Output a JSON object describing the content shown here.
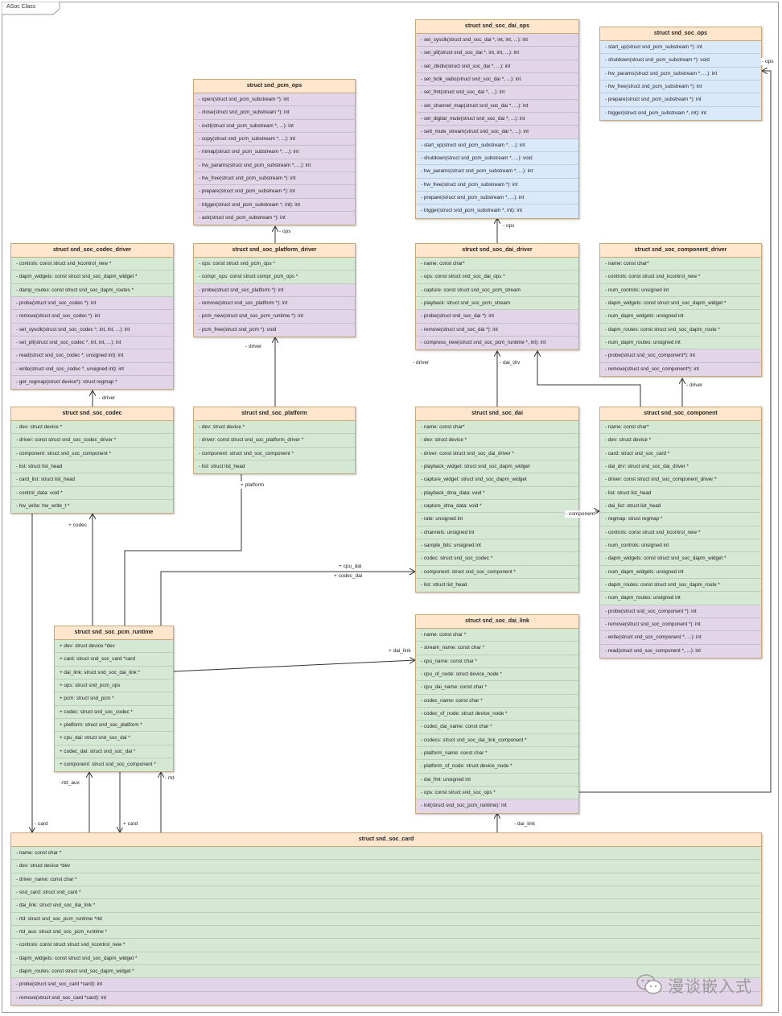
{
  "frame": {
    "title": "ASoc Class"
  },
  "watermark": {
    "text": "漫谈嵌入式",
    "icon": "wechat-icon"
  },
  "colors": {
    "title": "#ffe6cc",
    "attribute": "#d5e8d4",
    "operation": "#e1d5e7",
    "interface": "#dae8fc",
    "border": "#c9a97a"
  },
  "classes": [
    {
      "id": "snd_pcm_ops",
      "title": "struct snd_pcm_ops",
      "rows": [
        {
          "t": "- open(struct snd_pcm_substream *): int",
          "c": "p"
        },
        {
          "t": "- close(struct snd_pcm_substream *): int",
          "c": "p"
        },
        {
          "t": "- ioctl(struct snd_pcm_substream *, ...): int",
          "c": "p"
        },
        {
          "t": "- copy(struct snd_pcm_substream *, ...): int",
          "c": "p"
        },
        {
          "t": "- mmap(struct snd_pcm_substream *, ...): int",
          "c": "p"
        },
        {
          "t": "- hw_params(struct snd_pcm_substream *, ...): int",
          "c": "p"
        },
        {
          "t": "- hw_free(struct snd_pcm_substream *): int",
          "c": "p"
        },
        {
          "t": "- prepare(struct snd_pcm_substream *): int",
          "c": "p"
        },
        {
          "t": "- trigger(struct snd_pcm_substream *, int): int",
          "c": "p"
        },
        {
          "t": "- ack(struct snd_pcm_substream *): int",
          "c": "p"
        }
      ]
    },
    {
      "id": "snd_soc_dai_ops",
      "title": "struct snd_soc_dai_ops",
      "rows": [
        {
          "t": "- set_sysclk(struct snd_soc_dai *, int, int, ...): int",
          "c": "p"
        },
        {
          "t": "- set_pll(struct snd_soc_dai *, int, int, ...): int",
          "c": "p"
        },
        {
          "t": "- set_clkdiv(struct snd_soc_dai *, ...): int",
          "c": "p"
        },
        {
          "t": "- set_bclk_radio(struct snd_soc_dai *, ...): int",
          "c": "p"
        },
        {
          "t": "- set_fmt(struct snd_soc_dai *, ...): int",
          "c": "p"
        },
        {
          "t": "- set_channel_map(struct snd_soc_dai *, ...): int",
          "c": "p"
        },
        {
          "t": "- set_digital_mute(struct snd_soc_dai *, ...): int",
          "c": "p"
        },
        {
          "t": "- sett_mute_stream(struct snd_soc_dai *, ...): int",
          "c": "p"
        },
        {
          "t": "- start_up(struct snd_pcm_substream *, ...): int",
          "c": "b"
        },
        {
          "t": "- shutdown(struct snd_pcm_substream *, ...): void",
          "c": "b"
        },
        {
          "t": "- hw_params(struct snd_pcm_substream *, ...): int",
          "c": "b"
        },
        {
          "t": "- hw_free(struct snd_pcm_substream *): int",
          "c": "b"
        },
        {
          "t": "- prepare(struct snd_pcm_substream *, ...): int",
          "c": "b"
        },
        {
          "t": "- trigger(struct snd_pcm_substream *, int): int",
          "c": "b"
        }
      ]
    },
    {
      "id": "snd_soc_ops",
      "title": "struct snd_soc_ops",
      "rows": [
        {
          "t": "- start_up(struct snd_pcm_substream *): int",
          "c": "b"
        },
        {
          "t": "- shutdown(struct snd_pcm_substream *): void",
          "c": "b"
        },
        {
          "t": "- hw_params(struct snd_pcm_substream *, ...): int",
          "c": "b"
        },
        {
          "t": "- hw_free(struct snd_pcm_substream *): int",
          "c": "b"
        },
        {
          "t": "- prepare(struct snd_pcm_substream *): int",
          "c": "b"
        },
        {
          "t": "- trigger(struct snd_pcm_substream *, int): int",
          "c": "b"
        }
      ]
    },
    {
      "id": "snd_soc_codec_driver",
      "title": "struct snd_soc_codec_driver",
      "rows": [
        {
          "t": "- controls: const struct snd_kcontrol_new *",
          "c": "g"
        },
        {
          "t": "- dapm_widgets: const struct snd_soc_dapm_widget *",
          "c": "g"
        },
        {
          "t": "- damp_routes: const struct snd_soc_dapm_routes *",
          "c": "g"
        },
        {
          "t": "- probe(struct snd_soc_codec *): int",
          "c": "p"
        },
        {
          "t": "- remove(struct snd_soc_codec *): int",
          "c": "p"
        },
        {
          "t": "- set_sysclk(struct snd_soc_codec *, int, int, ...): int",
          "c": "p"
        },
        {
          "t": "- set_pll(struct snd_soc_codec *, int, int, ...): int",
          "c": "p"
        },
        {
          "t": "- read(struct snd_soc_codec *, unsigned int): int",
          "c": "p"
        },
        {
          "t": "- write(struct snd_soc_codec *, unsigned int): int",
          "c": "p"
        },
        {
          "t": "- get_regmap(struct device*): struct regmap *",
          "c": "p"
        }
      ]
    },
    {
      "id": "snd_soc_platform_driver",
      "title": "struct snd_soc_platform_driver",
      "rows": [
        {
          "t": "- ops: const struct snd_pcm_ops *",
          "c": "g"
        },
        {
          "t": "- compr_ops: const struct compr_pcm_ops *",
          "c": "g"
        },
        {
          "t": "- probe(struct snd_soc_platform *): int",
          "c": "p"
        },
        {
          "t": "- remove(struct snd_soc_platform *): int",
          "c": "p"
        },
        {
          "t": "- pcm_new(struct snd_soc_pcm_runtime *): int",
          "c": "p"
        },
        {
          "t": "- pcm_free(struct snd_pcm *): void",
          "c": "p"
        }
      ]
    },
    {
      "id": "snd_soc_dai_driver",
      "title": "struct snd_soc_dai_driver",
      "rows": [
        {
          "t": "- name: const char*",
          "c": "g"
        },
        {
          "t": "- ops: const struct snd_soc_dai_ops *",
          "c": "g"
        },
        {
          "t": "- capture: const struct snd_soc_pcm_stream",
          "c": "g"
        },
        {
          "t": "- playback: struct snd_soc_pcm_stream",
          "c": "g"
        },
        {
          "t": "- probe(struct snd_soc_dai *): int",
          "c": "p"
        },
        {
          "t": "- remove(struct snd_soc_dai *): int",
          "c": "p"
        },
        {
          "t": "- compress_new(struct snd_soc_pcm_runtime *, int): int",
          "c": "p"
        }
      ]
    },
    {
      "id": "snd_soc_component_driver",
      "title": "struct snd_soc_component_driver",
      "rows": [
        {
          "t": "- name: const char*",
          "c": "g"
        },
        {
          "t": "- controls: const struct snd_kcontrol_new *",
          "c": "g"
        },
        {
          "t": "- num_controls: unsigned int",
          "c": "g"
        },
        {
          "t": "- dapm_widgets: const struct snd_soc_dapm_widget *",
          "c": "g"
        },
        {
          "t": "- num_dapm_widgets: unsigned int",
          "c": "g"
        },
        {
          "t": "- dapm_routes: const struct snd_soc_dapm_route *",
          "c": "g"
        },
        {
          "t": "- num_dapm_routes: unsigned int",
          "c": "g"
        },
        {
          "t": "- probe(struct snd_soc_component*): int",
          "c": "p"
        },
        {
          "t": "- remove(struct snd_soc_component*): int",
          "c": "p"
        }
      ]
    },
    {
      "id": "snd_soc_codec",
      "title": "struct snd_soc_codec",
      "rows": [
        {
          "t": "- dev: struct device *",
          "c": "g"
        },
        {
          "t": "- driver: const struct snd_soc_codec_driver *",
          "c": "g"
        },
        {
          "t": "- component: struct snd_soc_component *",
          "c": "g"
        },
        {
          "t": "- list: struct list_head",
          "c": "g"
        },
        {
          "t": "- card_list: struct list_head",
          "c": "g"
        },
        {
          "t": "- control_data: void *",
          "c": "g"
        },
        {
          "t": "- hw_write: hw_write_t *",
          "c": "g"
        }
      ]
    },
    {
      "id": "snd_soc_platform",
      "title": "struct snd_soc_platform",
      "rows": [
        {
          "t": "- dev: struct device *",
          "c": "g"
        },
        {
          "t": "- driver: const struct snd_soc_platform_driver *",
          "c": "g"
        },
        {
          "t": "- component: struct snd_soc_component *",
          "c": "g"
        },
        {
          "t": "- list: struct list_head",
          "c": "g"
        }
      ]
    },
    {
      "id": "snd_soc_dai",
      "title": "struct snd_soc_dai",
      "rows": [
        {
          "t": "- name: const char*",
          "c": "g"
        },
        {
          "t": "- dev: struct device *",
          "c": "g"
        },
        {
          "t": "- driver: const struct snd_soc_dai_driver *",
          "c": "g"
        },
        {
          "t": "- playback_widget: struct snd_soc_dapm_widget",
          "c": "g"
        },
        {
          "t": "- capture_widget: struct snd_soc_dapm_widget",
          "c": "g"
        },
        {
          "t": "- playback_dma_data: void *",
          "c": "g"
        },
        {
          "t": "- capture_dma_data: void *",
          "c": "g"
        },
        {
          "t": "- rate: unsigned int",
          "c": "g"
        },
        {
          "t": "- channels: unsigned int",
          "c": "g"
        },
        {
          "t": "- sample_bits: unsigned int",
          "c": "g"
        },
        {
          "t": "- codec: struct snd_soc_codec *",
          "c": "g"
        },
        {
          "t": "- component: struct snd_soc_component *",
          "c": "g"
        },
        {
          "t": "- list: struct list_head",
          "c": "g"
        }
      ]
    },
    {
      "id": "snd_soc_component",
      "title": "struct snd_soc_component",
      "rows": [
        {
          "t": "- name: const char*",
          "c": "g"
        },
        {
          "t": "- dev: struct device *",
          "c": "g"
        },
        {
          "t": "- card: struct snd_soc_card *",
          "c": "g"
        },
        {
          "t": "- dai_drv: struct snd_soc_dai_driver *",
          "c": "g"
        },
        {
          "t": "- driver: const struct snd_soc_component_driver *",
          "c": "g"
        },
        {
          "t": "- list: struct list_head",
          "c": "g"
        },
        {
          "t": "- dai_list: struct list_head",
          "c": "g"
        },
        {
          "t": "- regmap: struct regmap *",
          "c": "g"
        },
        {
          "t": "- controls: const struct snd_kcontrol_new *",
          "c": "g"
        },
        {
          "t": "- num_controls: unsigned int",
          "c": "g"
        },
        {
          "t": "- dapm_widgets: const struct snd_soc_dapm_widget *",
          "c": "g"
        },
        {
          "t": "- num_dapm_widgets: unsigned int",
          "c": "g"
        },
        {
          "t": "- dapm_routes: const struct snd_soc_dapm_route *",
          "c": "g"
        },
        {
          "t": "- num_dapm_routes: unsigned int",
          "c": "g"
        },
        {
          "t": "- probe(struct snd_soc_component *): int",
          "c": "p"
        },
        {
          "t": "- remove(struct snd_soc_component *): int",
          "c": "p"
        },
        {
          "t": "- write(struct snd_soc_component *, ...): int",
          "c": "p"
        },
        {
          "t": "- read(struct snd_soc_component *, ...): int",
          "c": "p"
        }
      ]
    },
    {
      "id": "snd_soc_pcm_runtime",
      "title": "struct snd_soc_pcm_runtime",
      "rows": [
        {
          "t": "+ dev: struct device *dev",
          "c": "g"
        },
        {
          "t": "+ card: struct snd_soc_card *card",
          "c": "g"
        },
        {
          "t": "+ dai_link: struct snd_soc_dai_link *",
          "c": "g"
        },
        {
          "t": "+ ops: struct snd_pcm_ops",
          "c": "g"
        },
        {
          "t": "+ pcm: struct snd_pcm *",
          "c": "g"
        },
        {
          "t": "+ codec: struct snd_soc_codec *",
          "c": "g"
        },
        {
          "t": "+ platform: struct snd_soc_platform *",
          "c": "g"
        },
        {
          "t": "+ cpu_dai: struct snd_soc_dai *",
          "c": "g"
        },
        {
          "t": "+ codec_dai: struct snd_soc_dai *",
          "c": "g"
        },
        {
          "t": "+ component: struct snd_soc_component *",
          "c": "g"
        }
      ]
    },
    {
      "id": "snd_soc_dai_link",
      "title": "struct snd_soc_dai_link",
      "rows": [
        {
          "t": "- name: const char *",
          "c": "g"
        },
        {
          "t": "- stream_name: const char *",
          "c": "g"
        },
        {
          "t": "- cpu_name: const char *",
          "c": "g"
        },
        {
          "t": "- cpu_of_node: struct device_node *",
          "c": "g"
        },
        {
          "t": "- cpu_dai_name: const char *",
          "c": "g"
        },
        {
          "t": "- codec_name: const char *",
          "c": "g"
        },
        {
          "t": "- codec_of_node: struct device_node *",
          "c": "g"
        },
        {
          "t": "- codec_dai_name: const char *",
          "c": "g"
        },
        {
          "t": "- codecs: struct snd_soc_dai_link_component *",
          "c": "g"
        },
        {
          "t": "- platform_name: const char *",
          "c": "g"
        },
        {
          "t": "- platform_of_node: struct device_node *",
          "c": "g"
        },
        {
          "t": "- dai_fmt: unsigned int",
          "c": "g"
        },
        {
          "t": "- ops: const struct snd_soc_ops *",
          "c": "g"
        },
        {
          "t": "- init(struct snd_soc_pcm_runtime): int",
          "c": "p"
        }
      ]
    },
    {
      "id": "snd_soc_card",
      "title": "struct snd_soc_card",
      "rows": [
        {
          "t": "- name: const char *",
          "c": "g"
        },
        {
          "t": "- dev: struct device *dev",
          "c": "g"
        },
        {
          "t": "- driver_name: const char *",
          "c": "g"
        },
        {
          "t": "- snd_card: struct snd_card *",
          "c": "g"
        },
        {
          "t": "- dai_link: struct snd_soc_dai_link *",
          "c": "g"
        },
        {
          "t": "- rtd: struct snd_soc_pcm_runtime *rtd",
          "c": "g"
        },
        {
          "t": "- rtd_aux: struct snd_soc_pcm_runtime *",
          "c": "g"
        },
        {
          "t": "- controls: const struct struct snd_kcontrol_new *",
          "c": "g"
        },
        {
          "t": "- dapm_widgets: const struct snd_soc_dapm_widget *",
          "c": "g"
        },
        {
          "t": "- dapm_routes: const struct snd_soc_dapm_widget *",
          "c": "g"
        },
        {
          "t": "- probe(struct snd_soc_card *card): int",
          "c": "p"
        },
        {
          "t": "- remove(struct snd_soc_card *card): int",
          "c": "p"
        }
      ]
    }
  ],
  "edge_labels": {
    "ops_right": "- ops",
    "ops_platform": "- ops",
    "ops_dai": "- ops",
    "driver_codec": "- driver",
    "driver_platform": "- driver",
    "driver_dai": "- driver",
    "dai_drv": "- dai_drv",
    "driver_component": "- driver",
    "platform": "+ platform",
    "codec": "+ codec",
    "cpu_dai": "+ cpu_dai",
    "codec_dai": "+ codec_dai",
    "component": "- component",
    "dai_link_rt": "+ dai_link",
    "rtd_aux": "-rtd_aux",
    "rtd": "- rtd",
    "card_left": "- card",
    "card_rt": "+ card",
    "dai_link_card": "- dai_link"
  }
}
